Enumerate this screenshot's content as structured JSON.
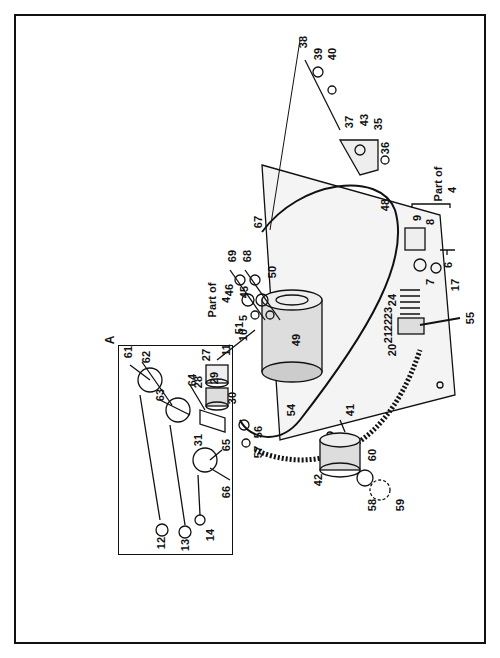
{
  "diagram": {
    "nodes": [
      {
        "text": [
          "A"
        ]
      }
    ],
    "labels": [
      "38",
      "39",
      "40",
      "37",
      "43",
      "35",
      "36",
      "48",
      "67",
      "69",
      "68",
      "46",
      "45",
      "51",
      "50",
      "49",
      "54",
      "Part of",
      "4",
      "5",
      "10",
      "11",
      "27",
      "28",
      "29",
      "30",
      "31",
      "56",
      "57",
      "41",
      "60",
      "42",
      "58",
      "59",
      "9",
      "8",
      "Part of",
      "4",
      "7",
      "6",
      "17",
      "55",
      "24",
      "23",
      "22",
      "21",
      "20",
      "61",
      "62",
      "63",
      "64",
      "65",
      "66",
      "12",
      "13",
      "14"
    ]
  }
}
